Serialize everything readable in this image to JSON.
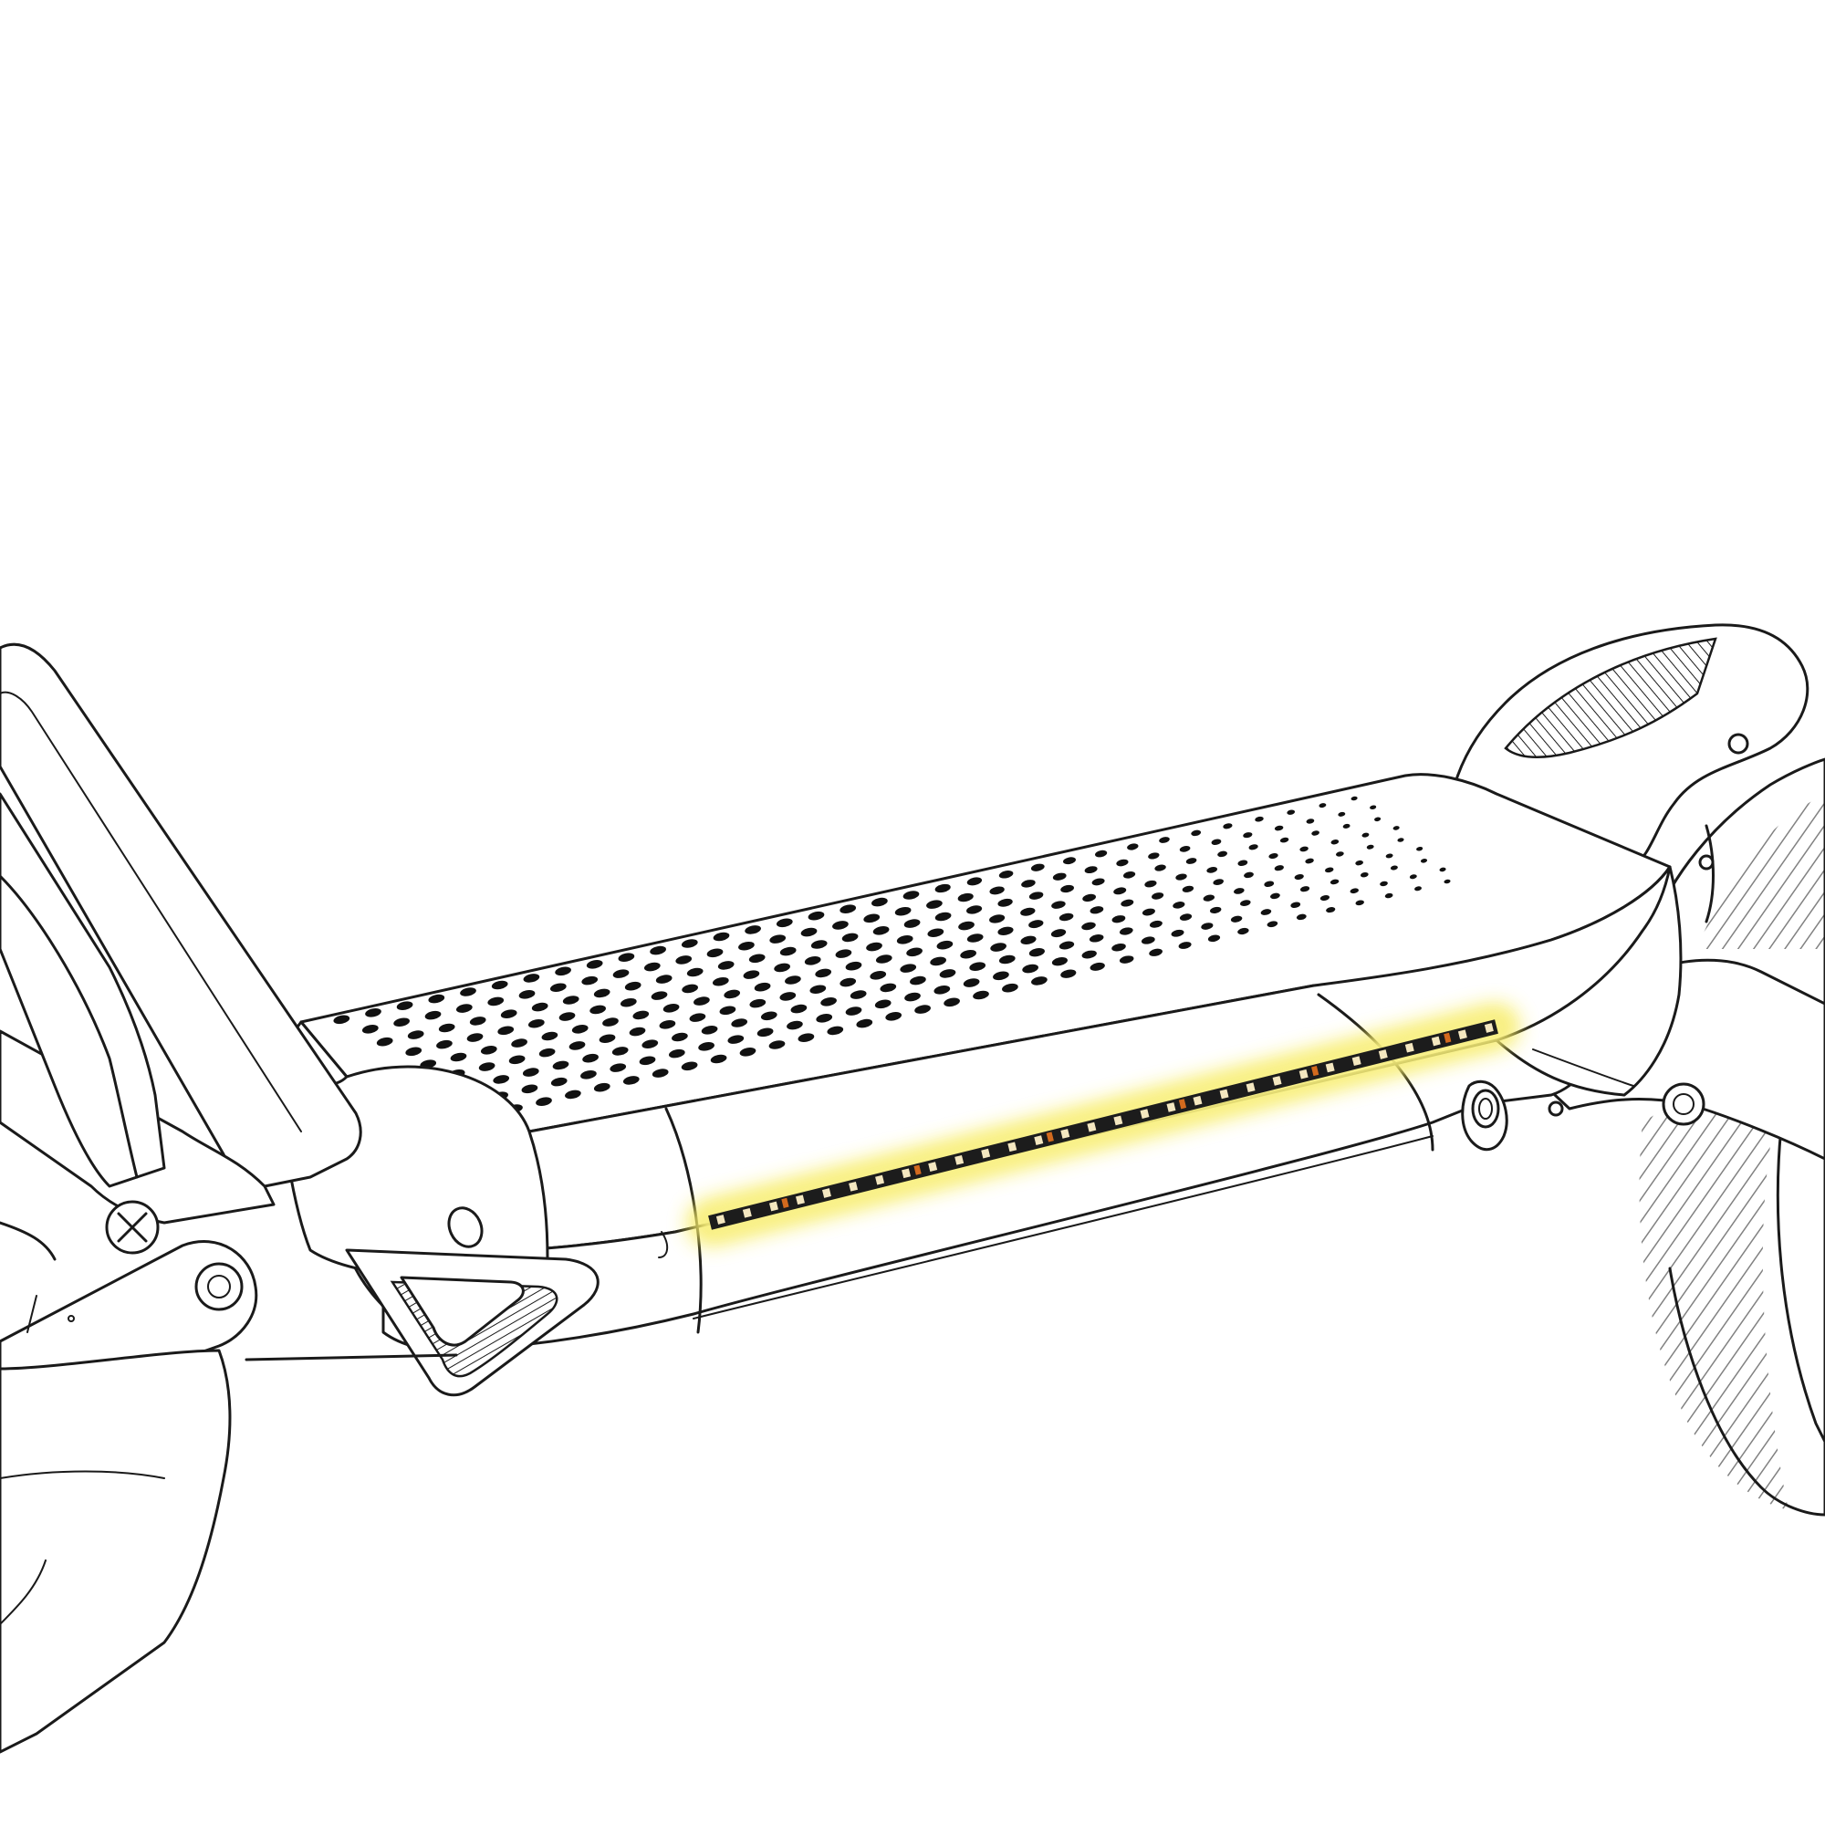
{
  "illustration": {
    "subject": "electric-scooter-deck-with-underglow-led-strip",
    "colors": {
      "line": "#1a1a1a",
      "background": "#ffffff",
      "led_glow": "#f5e94a",
      "led_strip": "#1c1c1c",
      "led_chip": "#f4e7c0",
      "led_chip_orange": "#d36a1e",
      "grip_dots": "#111111"
    },
    "led_strip": {
      "led_count": 30,
      "orange_marker_every": 5
    },
    "grip_pattern": {
      "rows": 9,
      "columns": 34
    }
  }
}
